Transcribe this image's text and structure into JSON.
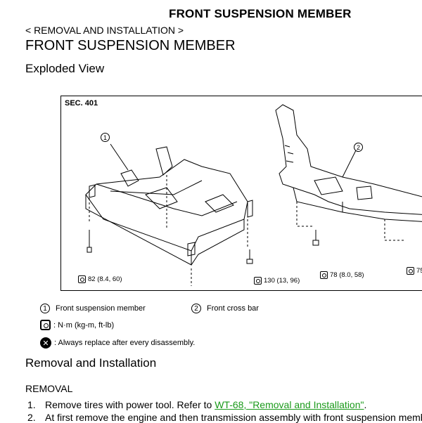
{
  "header": {
    "title": "FRONT SUSPENSION MEMBER"
  },
  "breadcrumb": "< REMOVAL AND INSTALLATION >",
  "section_title": "FRONT SUSPENSION MEMBER",
  "exploded_view": {
    "heading": "Exploded View",
    "figure": {
      "sec_label": "SEC. 401",
      "callout_1": "1",
      "callout_2": "2",
      "torque_1": "82 (8.4, 60)",
      "torque_2": "130 (13, 96)",
      "torque_3": "78 (8.0, 58)",
      "torque_4": "75"
    }
  },
  "legend": {
    "item1_num": "1",
    "item1_label": "Front suspension member",
    "item2_num": "2",
    "item2_label": "Front cross bar",
    "torque_unit": ": N·m (kg-m, ft-lb)",
    "replace_note": ": Always replace after every disassembly."
  },
  "removal": {
    "heading": "Removal and Installation",
    "subheading": "REMOVAL",
    "steps": [
      {
        "num": "1.",
        "text_before": "Remove tires with power tool. Refer to ",
        "link": "WT-68, \"Removal and Installation\"",
        "text_after": "."
      },
      {
        "num": "2.",
        "text_before": "At first remove the engine and then transmission assembly with front suspension member"
      }
    ]
  },
  "colors": {
    "link": "#1a9a1a"
  }
}
